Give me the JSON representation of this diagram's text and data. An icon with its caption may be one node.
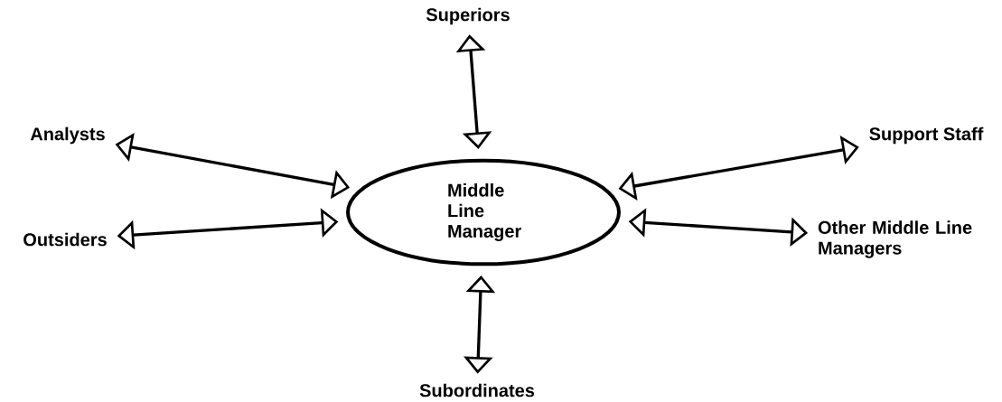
{
  "diagram": {
    "nodes": [
      {
        "text": [
          "Middle Line Manager"
        ]
      },
      {
        "text": [
          "Superiors"
        ]
      },
      {
        "text": [
          "Analysts"
        ]
      },
      {
        "text": [
          "Support Staff"
        ]
      },
      {
        "text": [
          "Outsiders"
        ]
      },
      {
        "text": [
          "Other Middle Line Managers"
        ]
      },
      {
        "text": [
          "Subordinates"
        ]
      }
    ],
    "edges": [
      {
        "from": 0,
        "to": 1,
        "arrow": "both"
      },
      {
        "from": 0,
        "to": 2,
        "arrow": "both"
      },
      {
        "from": 0,
        "to": 3,
        "arrow": "both"
      },
      {
        "from": 0,
        "to": 4,
        "arrow": "both"
      },
      {
        "from": 0,
        "to": 5,
        "arrow": "both"
      },
      {
        "from": 0,
        "to": 6,
        "arrow": "both"
      }
    ]
  }
}
